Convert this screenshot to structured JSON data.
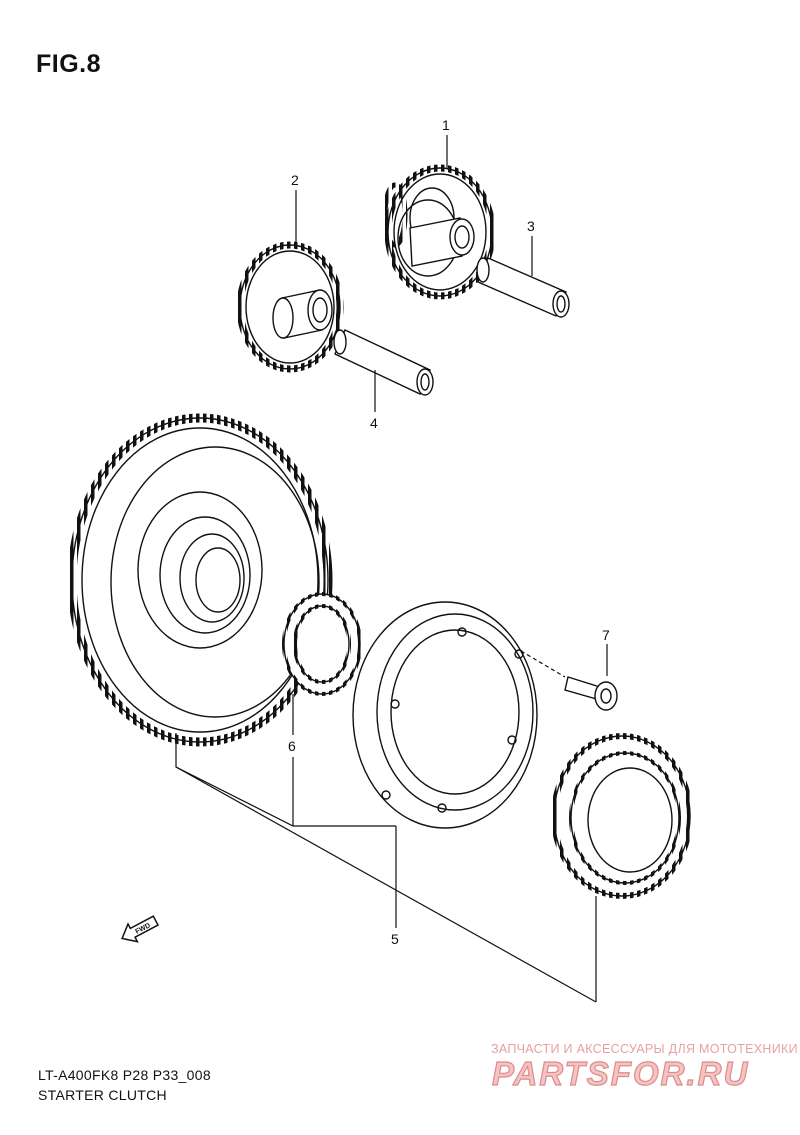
{
  "figure": {
    "title": "FIG.8"
  },
  "callouts": [
    {
      "id": "1",
      "label": "1"
    },
    {
      "id": "2",
      "label": "2"
    },
    {
      "id": "3",
      "label": "3"
    },
    {
      "id": "4",
      "label": "4"
    },
    {
      "id": "5",
      "label": "5"
    },
    {
      "id": "6",
      "label": "6"
    },
    {
      "id": "7",
      "label": "7"
    }
  ],
  "fwd_arrow": {
    "label": "FWD",
    "icon": "fwd-arrow-icon"
  },
  "footer": {
    "model_code": "LT-A400FK8 P28 P33_008",
    "section_name": "STARTER CLUTCH"
  },
  "watermark": {
    "caption": "ЗАПЧАСТИ И АКСЕССУАРЫ ДЛЯ МОТОТЕХНИКИ",
    "logo": "PARTSFOR.RU",
    "color": "#e8a0a0"
  }
}
